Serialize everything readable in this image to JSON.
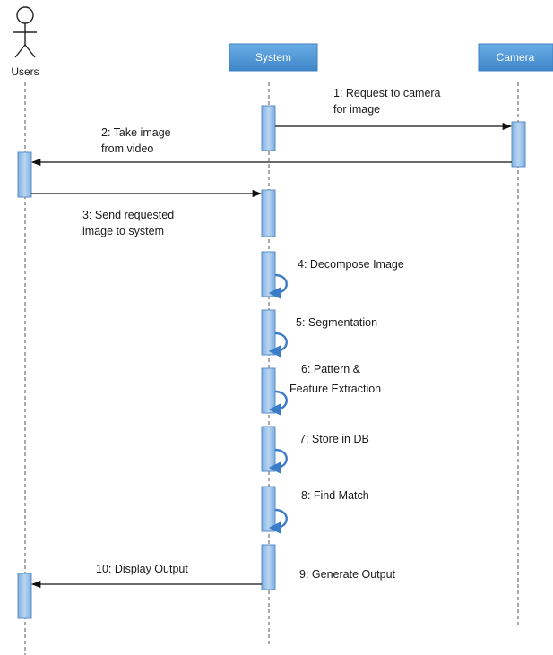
{
  "participants": {
    "users": {
      "label": "Users"
    },
    "system": {
      "label": "System"
    },
    "camera": {
      "label": "Camera"
    }
  },
  "messages": [
    {
      "id": "m1",
      "lines": [
        "1: Request to camera",
        "for image"
      ]
    },
    {
      "id": "m2",
      "lines": [
        "2: Take image",
        "from video"
      ]
    },
    {
      "id": "m3",
      "lines": [
        "3: Send requested",
        "image to system"
      ]
    },
    {
      "id": "m4",
      "lines": [
        "4: Decompose Image"
      ]
    },
    {
      "id": "m5",
      "lines": [
        "5: Segmentation"
      ]
    },
    {
      "id": "m6",
      "lines": [
        "6: Pattern &",
        "Feature Extraction"
      ]
    },
    {
      "id": "m7",
      "lines": [
        "7: Store in DB"
      ]
    },
    {
      "id": "m8",
      "lines": [
        "8: Find Match"
      ]
    },
    {
      "id": "m9",
      "lines": [
        "9: Generate Output"
      ]
    },
    {
      "id": "m10",
      "lines": [
        "10: Display Output"
      ]
    }
  ],
  "colors": {
    "header_fill": "#4f94d4",
    "activation_fill": "#8db9e6",
    "activation_stroke": "#5a8ec8",
    "self_loop": "#3a7cc8",
    "lifeline": "#555555",
    "arrow": "#111111"
  }
}
